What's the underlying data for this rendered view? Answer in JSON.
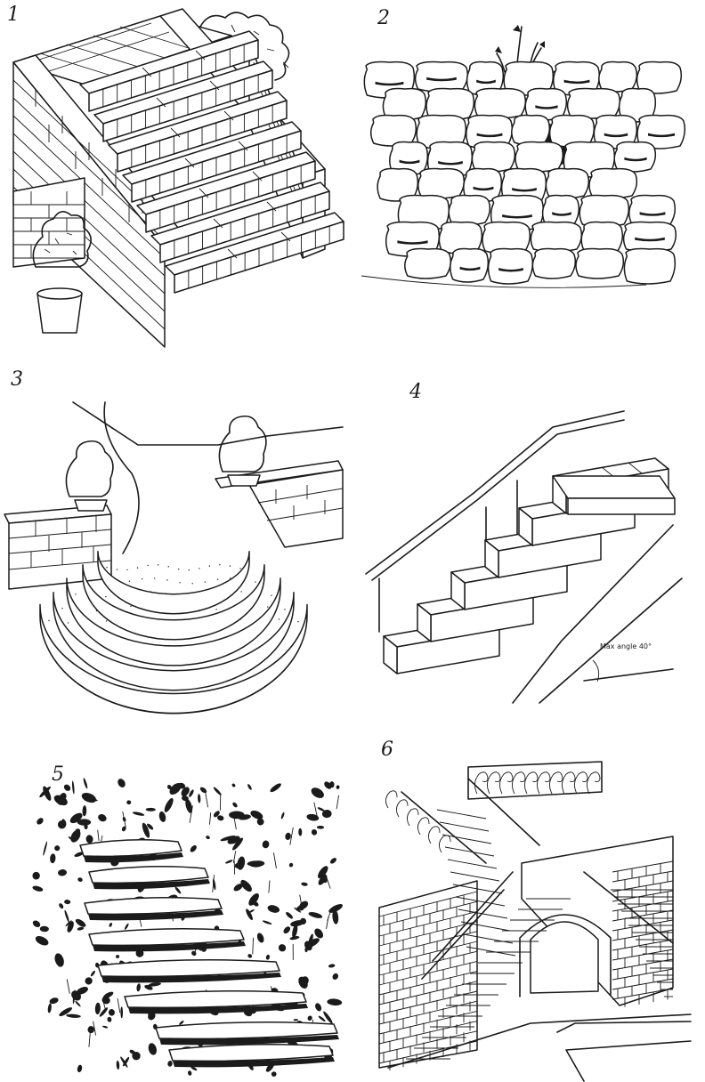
{
  "panels": [
    {
      "label": "1"
    },
    {
      "label": "2"
    },
    {
      "label": "3"
    },
    {
      "label": "4",
      "annotation": "Max angle 40°"
    },
    {
      "label": "5"
    },
    {
      "label": "6"
    }
  ]
}
